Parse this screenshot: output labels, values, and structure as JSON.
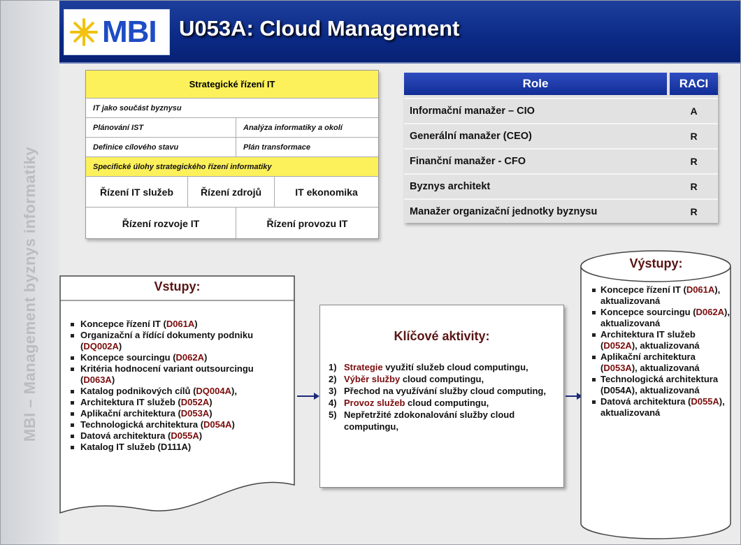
{
  "sidebar": {
    "text": "MBI – Management byznys informatiky"
  },
  "header": {
    "logo": "MBI",
    "title": "U053A: Cloud Management"
  },
  "strategic": {
    "title": "Strategické řízení IT",
    "row1": "IT jako součást byznysu",
    "row2_left": "Plánování IST",
    "row2_right": "Analýza informatiky a okolí",
    "row3_left": "Definice cílového stavu",
    "row3_right": "Plán transformace",
    "row4": "Specifické úlohy strategického řízení informatiky",
    "box1": "Řízení IT služeb",
    "box2": "Řízení zdrojů",
    "box3": "IT ekonomika",
    "box4": "Řízení rozvoje IT",
    "box5": "Řízení provozu IT"
  },
  "roles": {
    "header_role": "Role",
    "header_raci": "RACI",
    "rows": [
      {
        "role": "Informační manažer – CIO",
        "raci": "A"
      },
      {
        "role": "Generální manažer (CEO)",
        "raci": "R"
      },
      {
        "role": "Finanční manažer - CFO",
        "raci": "R"
      },
      {
        "role": "Byznys architekt",
        "raci": "R"
      },
      {
        "role": "Manažer organizační jednotky byznysu",
        "raci": "R"
      }
    ]
  },
  "inputs": {
    "title": "Vstupy:",
    "items": [
      {
        "text": "Koncepce řízení IT (",
        "code": "D061A",
        "after": ")"
      },
      {
        "text": "Organizační a řídící dokumenty podniku (",
        "code": "DQ002A",
        "after": ")"
      },
      {
        "text": "Koncepce sourcingu (",
        "code": "D062A",
        "after": ")"
      },
      {
        "text": "Kritéria hodnocení variant outsourcingu (",
        "code": "D063A",
        "after": ")"
      },
      {
        "text": "Katalog podnikových cílů (",
        "code": "DQ004A",
        "after": "),"
      },
      {
        "text": "Architektura IT služeb (",
        "code": "D052A",
        "after": ")"
      },
      {
        "text": "Aplikační architektura (",
        "code": "D053A",
        "after": ")"
      },
      {
        "text": "Technologická architektura (",
        "code": "D054A",
        "after": ")"
      },
      {
        "text": "Datová architektura (",
        "code": "D055A",
        "after": ")"
      },
      {
        "text": "Katalog IT služeb (D111A)",
        "code": "",
        "after": ""
      }
    ]
  },
  "activities": {
    "title": "Klíčové aktivity:",
    "items": [
      {
        "num": "1)",
        "hl": "Strategie",
        "rest": " využití služeb cloud computingu,"
      },
      {
        "num": "2)",
        "hl": "Výběr služby",
        "rest": " cloud computingu,"
      },
      {
        "num": "3)",
        "hl": "",
        "rest": "Přechod na využívání služby cloud computing,"
      },
      {
        "num": "4)",
        "hl": "Provoz služeb",
        "rest": " cloud computingu,"
      },
      {
        "num": "5)",
        "hl": "",
        "rest": "Nepřetržité zdokonalování služby cloud computingu,"
      }
    ]
  },
  "outputs": {
    "title": "Výstupy:",
    "items": [
      {
        "text": "Koncepce řízení IT (",
        "code": "D061A",
        "after": "), aktualizovaná"
      },
      {
        "text": "Koncepce sourcingu (",
        "code": "D062A",
        "after": "), aktualizovaná"
      },
      {
        "text": "Architektura IT služeb (",
        "code": "D052A",
        "after": "), aktualizovaná"
      },
      {
        "text": "Aplikační architektura (",
        "code": "D053A",
        "after": "), aktualizovaná"
      },
      {
        "text": "Technologická architektura (D054A), aktualizovaná",
        "code": "",
        "after": ""
      },
      {
        "text": "Datová architektura (",
        "code": "D055A",
        "after": "), aktualizovaná"
      }
    ]
  }
}
